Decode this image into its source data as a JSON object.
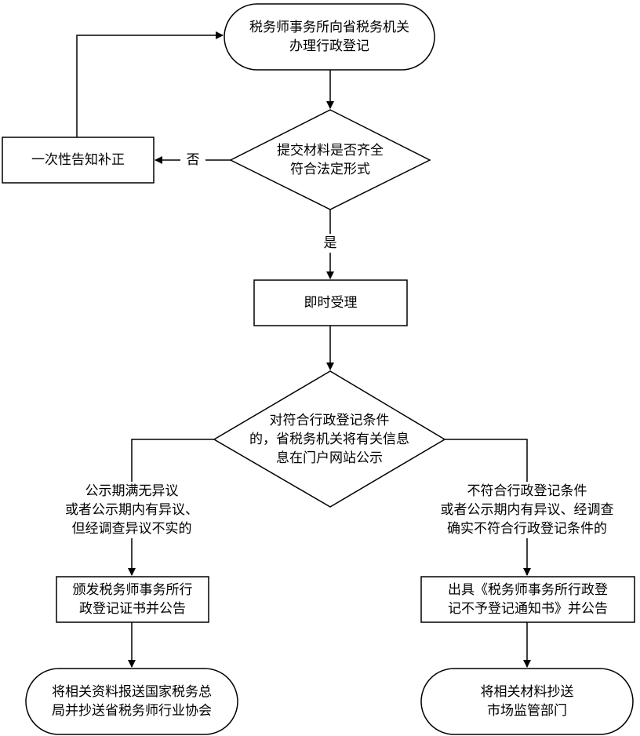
{
  "nodes": {
    "start": [
      "税务师事务所向省税务机关",
      "办理行政登记"
    ],
    "check": [
      "提交材料是否齐全",
      "符合法定形式"
    ],
    "correct": [
      "一次性告知补正"
    ],
    "accept": [
      "即时受理"
    ],
    "publicize": [
      "对符合行政登记条件",
      "的，省税务机关将有关信息",
      "息在门户网站公示"
    ],
    "issue": [
      "颁发税务师事务所行",
      "政登记证书并公告"
    ],
    "reject": [
      "出具《税务师事务所行政登",
      "记不予登记通知书》并公告"
    ],
    "report": [
      "将相关资料报送国家税务总",
      "局并抄送省税务师行业协会"
    ],
    "copy": [
      "将相关材料抄送",
      "市场监管部门"
    ]
  },
  "edges": {
    "no": "否",
    "yes": "是",
    "pass": [
      "公示期满无异议",
      "或者公示期内有异议、",
      "但经调查异议不实的"
    ],
    "fail": [
      "不符合行政登记条件",
      "或者公示期内有异议、经调查",
      "确实不符合行政登记条件的"
    ]
  }
}
